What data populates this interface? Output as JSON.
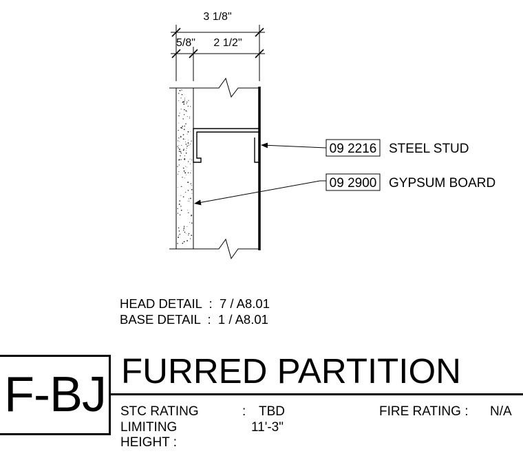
{
  "dimensions": {
    "overall": "3 1/8\"",
    "board": "5/8\"",
    "stud": "2 1/2\""
  },
  "callouts": [
    {
      "code": "09 2216",
      "label": "STEEL STUD"
    },
    {
      "code": "09 2900",
      "label": "GYPSUM BOARD"
    }
  ],
  "details": {
    "head": "HEAD DETAIL  :  7 / A8.01",
    "base": "BASE DETAIL  :  1 / A8.01"
  },
  "type_tag": "F-BJ",
  "title": "FURRED PARTITION",
  "properties": {
    "stc_label": "STC RATING",
    "stc_sep": ":",
    "stc_value": "TBD",
    "fire_label": "FIRE RATING :",
    "fire_value": "N/A",
    "height_label_1": "LIMITING",
    "height_label_2": "HEIGHT  :",
    "height_value": "11'-3\""
  },
  "colors": {
    "ink": "#000000",
    "paper": "#ffffff"
  }
}
